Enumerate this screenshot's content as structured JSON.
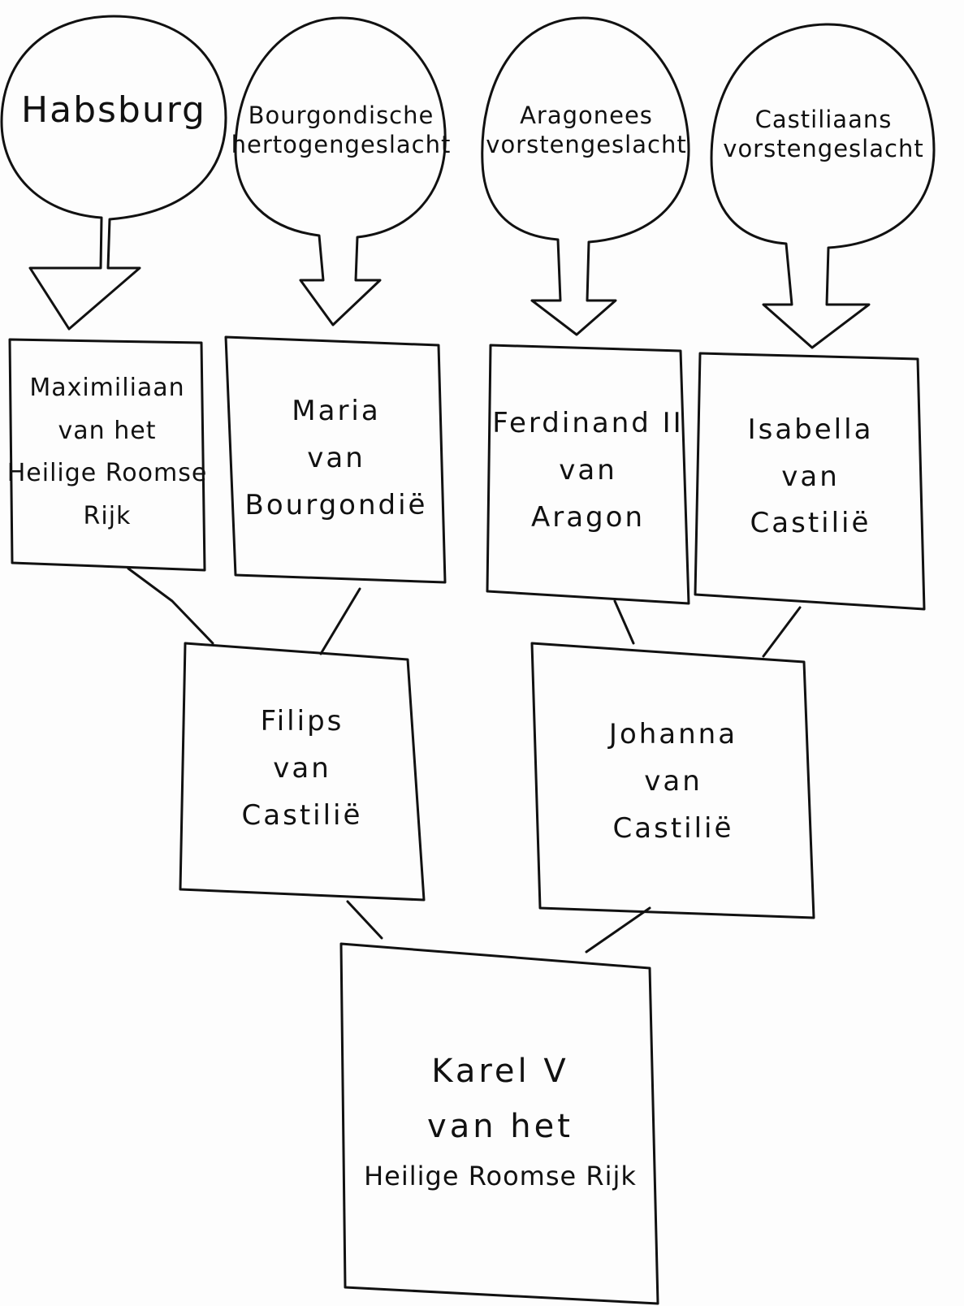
{
  "houses": {
    "habsburg": {
      "lines": [
        "Habsburg"
      ]
    },
    "bourgondisch": {
      "lines": [
        "Bourgondische",
        "hertogengeslacht"
      ]
    },
    "aragonees": {
      "lines": [
        "Aragonees",
        "vorstengeslacht"
      ]
    },
    "castiliaans": {
      "lines": [
        "Castiliaans",
        "vorstengeslacht"
      ]
    }
  },
  "persons": {
    "maximiliaan": {
      "lines": [
        "Maximiliaan",
        "van het",
        "Heilige Roomse",
        "Rijk"
      ]
    },
    "maria": {
      "lines": [
        "Maria",
        "van",
        "Bourgondië"
      ]
    },
    "ferdinand": {
      "lines": [
        "Ferdinand II",
        "van",
        "Aragon"
      ]
    },
    "isabella": {
      "lines": [
        "Isabella",
        "van",
        "Castilië"
      ]
    },
    "filips": {
      "lines": [
        "Filips",
        "van",
        "Castilië"
      ]
    },
    "johanna": {
      "lines": [
        "Johanna",
        "van",
        "Castilië"
      ]
    },
    "karel": {
      "lines": [
        "Karel V",
        "van het",
        "Heilige Roomse Rijk"
      ]
    }
  },
  "colors": {
    "ink": "#111111",
    "paper": "#fdfdfd"
  }
}
